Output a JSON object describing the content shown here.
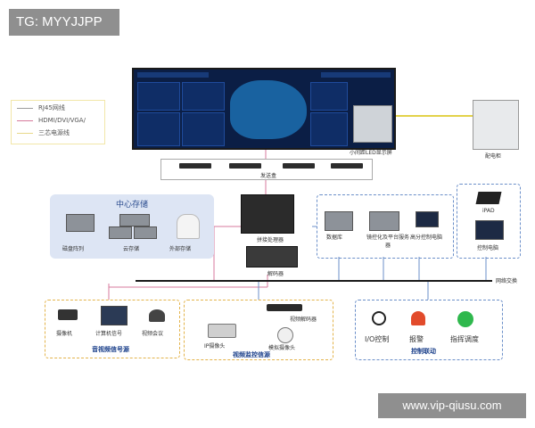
{
  "tag": "TG: MYYJJPP",
  "watermark": "www.vip-qiusu.com",
  "legend": {
    "items": [
      {
        "label": "RJ45网线",
        "color": "#9c9c9c"
      },
      {
        "label": "HDMI/DVI/VGA/",
        "color": "#d77a9c"
      },
      {
        "label": "三芯电源线",
        "color": "#e8d88a"
      }
    ]
  },
  "led_wall": {
    "label": "小间距LED显示屏"
  },
  "cabinet": {
    "label": "配电柜"
  },
  "sender": {
    "label": "发送盒"
  },
  "storage": {
    "title": "中心存储",
    "items": [
      "磁盘阵列",
      "云存储",
      "外部存储"
    ]
  },
  "splicer": {
    "label": "拼接处理器"
  },
  "decoder": {
    "label": "解码器"
  },
  "servers": {
    "items": [
      "数据库",
      "镜控化及平台服务器",
      "高分控制电脑"
    ]
  },
  "mobile": {
    "items": [
      "iPAD",
      "控制电脑"
    ]
  },
  "network": {
    "label": "网络交换"
  },
  "av_sources": {
    "title": "音视频信号源",
    "items": [
      "摄像机",
      "计算机信号",
      "视频会议"
    ]
  },
  "video_sources": {
    "title": "视频监控信源",
    "items": [
      "IP摄像头",
      "视频解码器",
      "模拟摄像头"
    ]
  },
  "control": {
    "title": "控制联动",
    "items": [
      "I/O控制",
      "报警",
      "指挥调度"
    ]
  },
  "colors": {
    "blue_line": "#6b8fc9",
    "pink_line": "#d77a9c",
    "yellow_line": "#e3d24a"
  }
}
